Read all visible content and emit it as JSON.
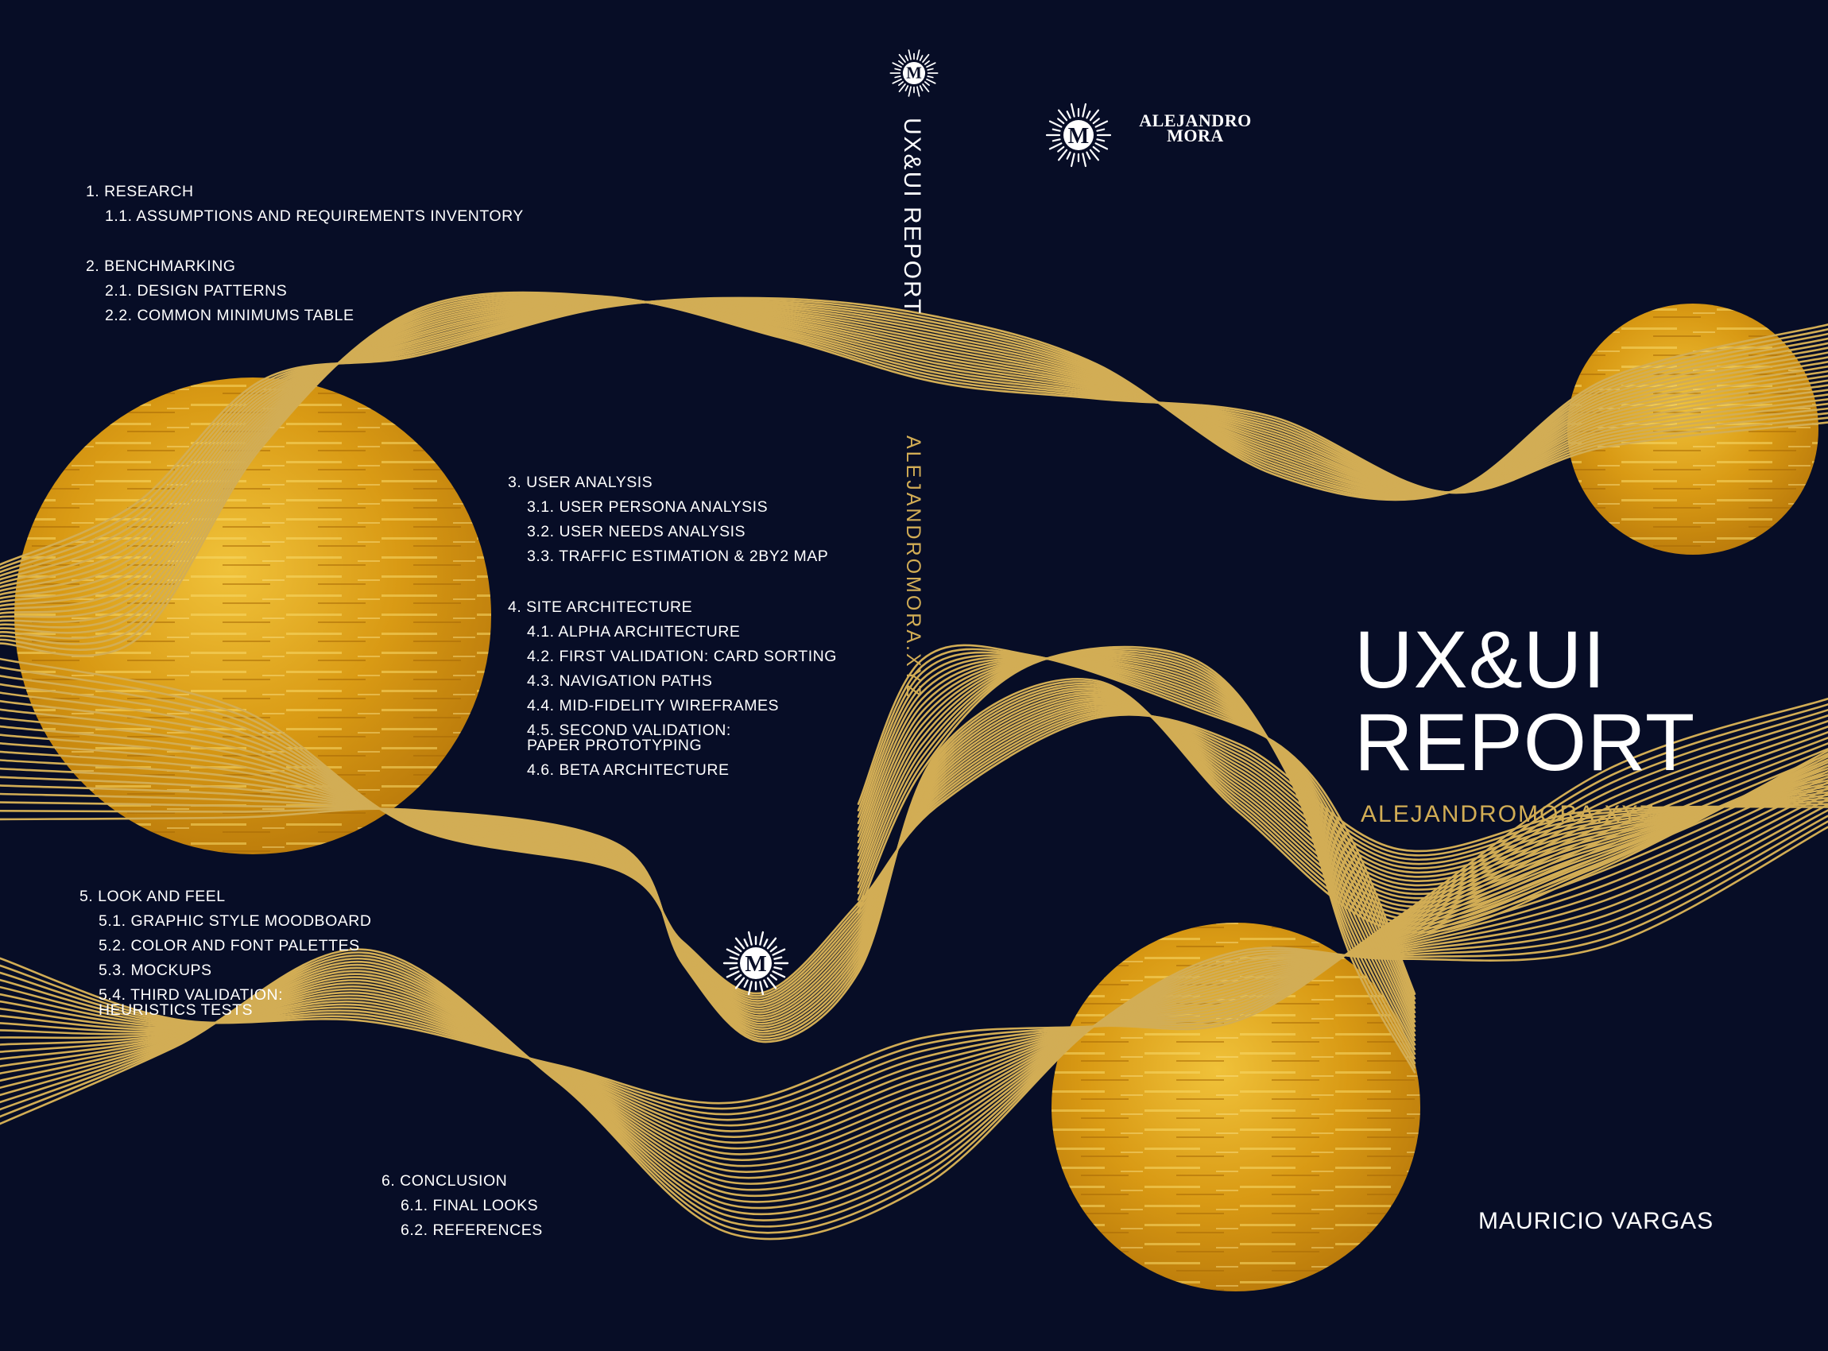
{
  "back_cover": {
    "toc": [
      {
        "title": "1. RESEARCH",
        "items": [
          "1.1. ASSUMPTIONS AND REQUIREMENTS INVENTORY"
        ]
      },
      {
        "title": "2. BENCHMARKING",
        "items": [
          "2.1. DESIGN PATTERNS",
          "2.2. COMMON MINIMUMS TABLE"
        ]
      },
      {
        "title": "3. USER ANALYSIS",
        "items": [
          "3.1. USER PERSONA ANALYSIS",
          "3.2. USER NEEDS ANALYSIS",
          "3.3. TRAFFIC ESTIMATION & 2BY2 MAP"
        ]
      },
      {
        "title": "4. SITE ARCHITECTURE",
        "items": [
          "4.1. ALPHA ARCHITECTURE",
          "4.2. FIRST VALIDATION: CARD SORTING",
          "4.3. NAVIGATION PATHS",
          "4.4. MID-FIDELITY WIREFRAMES",
          "4.5. SECOND VALIDATION:",
          "PAPER PROTOTYPING",
          "4.6. BETA ARCHITECTURE"
        ]
      },
      {
        "title": "5. LOOK AND FEEL",
        "items": [
          "5.1. GRAPHIC STYLE MOODBOARD",
          "5.2. COLOR AND FONT PALETTES",
          "5.3. MOCKUPS",
          "5.4. THIRD VALIDATION:",
          "HEURISTICS TESTS"
        ]
      },
      {
        "title": "6. CONCLUSION",
        "items": [
          "6.1. FINAL LOOKS",
          "6.2. REFERENCES"
        ]
      }
    ]
  },
  "spine": {
    "title": "UX&UI REPORT",
    "url": "ALEJANDROMORA.XYZ",
    "logo_letter": "M"
  },
  "front_cover": {
    "logo_letter": "M",
    "brand_line1": "ALEJANDRO",
    "brand_line2": "MORA",
    "title_line1": "UX&UI",
    "title_line2": "REPORT",
    "url": "ALEJANDROMORA.XYZ",
    "author": "MAURICIO VARGAS"
  },
  "colors": {
    "background": "#070d26",
    "gold": "#d2ad55",
    "gold_fill": "#d9a21f",
    "text": "#ffffff"
  }
}
